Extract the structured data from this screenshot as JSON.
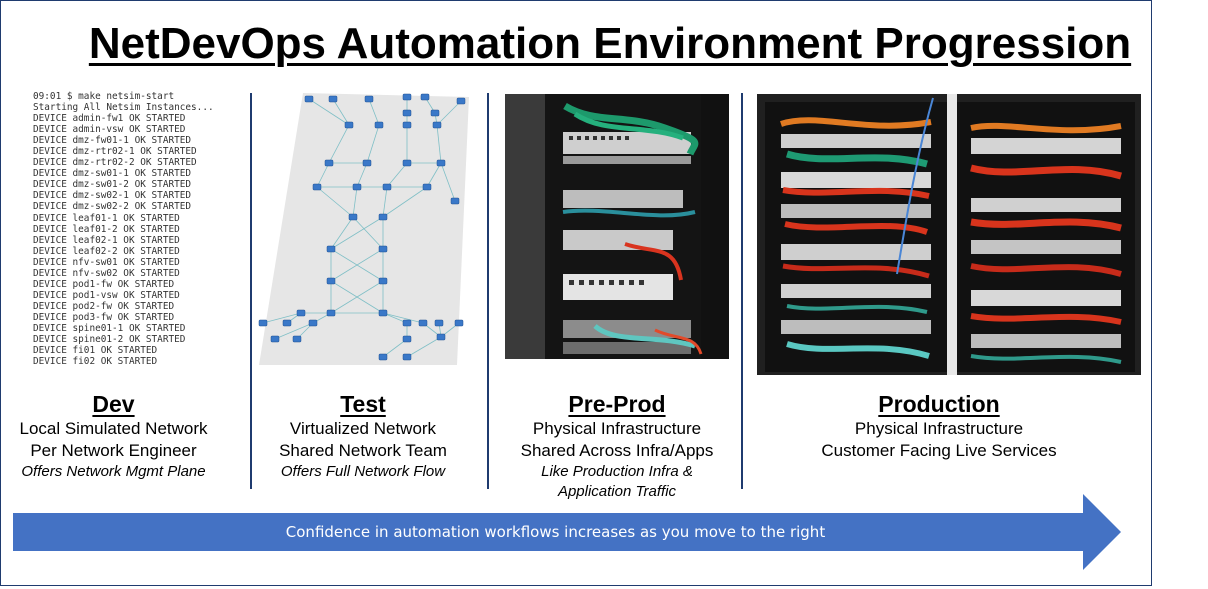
{
  "title": "NetDevOps Automation Environment Progression",
  "terminal": {
    "lines": [
      "09:01 $ make netsim-start",
      "Starting All Netsim Instances...",
      "DEVICE admin-fw1 OK STARTED",
      "DEVICE admin-vsw OK STARTED",
      "DEVICE dmz-fw01-1 OK STARTED",
      "DEVICE dmz-rtr02-1 OK STARTED",
      "DEVICE dmz-rtr02-2 OK STARTED",
      "DEVICE dmz-sw01-1 OK STARTED",
      "DEVICE dmz-sw01-2 OK STARTED",
      "DEVICE dmz-sw02-1 OK STARTED",
      "DEVICE dmz-sw02-2 OK STARTED",
      "DEVICE leaf01-1 OK STARTED",
      "DEVICE leaf01-2 OK STARTED",
      "DEVICE leaf02-1 OK STARTED",
      "DEVICE leaf02-2 OK STARTED",
      "DEVICE nfv-sw01 OK STARTED",
      "DEVICE nfv-sw02 OK STARTED",
      "DEVICE pod1-fw OK STARTED",
      "DEVICE pod1-vsw OK STARTED",
      "DEVICE pod2-fw OK STARTED",
      "DEVICE pod3-fw OK STARTED",
      "DEVICE spine01-1 OK STARTED",
      "DEVICE spine01-2 OK STARTED",
      "DEVICE fi01 OK STARTED",
      "DEVICE fi02 OK STARTED"
    ]
  },
  "stages": [
    {
      "name": "Dev",
      "line1": "Local Simulated Network",
      "line2": "Per Network Engineer",
      "italic1": "Offers Network Mgmt Plane",
      "italic2": ""
    },
    {
      "name": "Test",
      "line1": "Virtualized Network",
      "line2": "Shared Network Team",
      "italic1": "Offers Full Network Flow",
      "italic2": ""
    },
    {
      "name": "Pre-Prod",
      "line1": "Physical Infrastructure",
      "line2": "Shared Across Infra/Apps",
      "italic1": "Like Production Infra &",
      "italic2": "Application Traffic"
    },
    {
      "name": "Production",
      "line1": "Physical Infrastructure",
      "line2": "Customer Facing Live Services",
      "italic1": "",
      "italic2": ""
    }
  ],
  "arrow": {
    "text": "Confidence in automation workflows increases as you move to the right",
    "color": "#4472c4"
  },
  "images": {
    "topology": "virtual network topology diagram",
    "preprod": "pre-production server rack photo",
    "production": "production server racks photo"
  }
}
